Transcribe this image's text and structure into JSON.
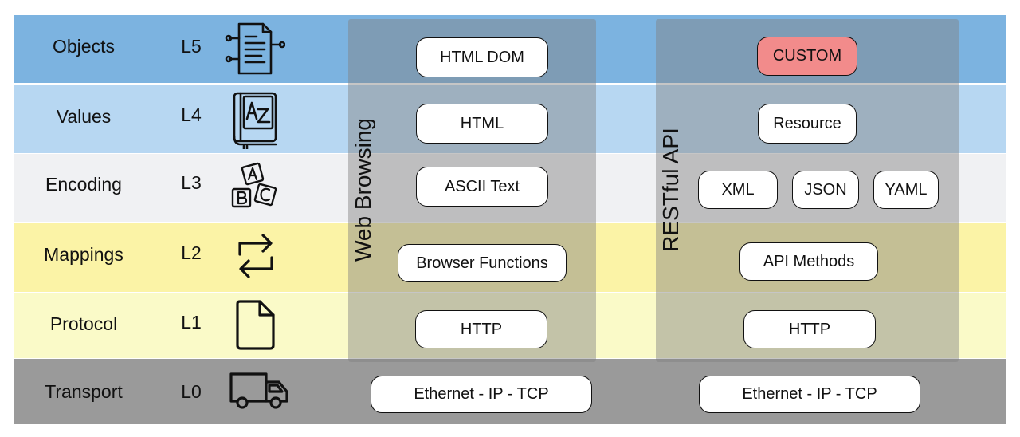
{
  "layers": [
    {
      "name": "Objects",
      "id": "L5",
      "icon": "document-code-icon"
    },
    {
      "name": "Values",
      "id": "L4",
      "icon": "dictionary-book-icon"
    },
    {
      "name": "Encoding",
      "id": "L3",
      "icon": "alphabet-blocks-icon"
    },
    {
      "name": "Mappings",
      "id": "L2",
      "icon": "swap-arrows-icon"
    },
    {
      "name": "Protocol",
      "id": "L1",
      "icon": "file-icon"
    },
    {
      "name": "Transport",
      "id": "L0",
      "icon": "delivery-truck-icon"
    }
  ],
  "web_browsing": {
    "title": "Web Browsing",
    "objects": "HTML DOM",
    "values": "HTML",
    "encoding": "ASCII Text",
    "mappings": "Browser Functions",
    "protocol": "HTTP",
    "transport": "Ethernet - IP - TCP"
  },
  "restful_api": {
    "title": "RESTful API",
    "objects": "CUSTOM",
    "values": "Resource",
    "encoding": [
      "XML",
      "JSON",
      "YAML"
    ],
    "mappings": "API Methods",
    "protocol": "HTTP",
    "transport": "Ethernet - IP - TCP"
  },
  "colors": {
    "objects": "#7cb3e0",
    "values": "#b7d7f2",
    "encoding": "#f0f1f3",
    "mappings": "#fbf3a6",
    "protocol": "#fafac8",
    "transport": "#9a9a9a",
    "custom": "#f28b8b"
  }
}
